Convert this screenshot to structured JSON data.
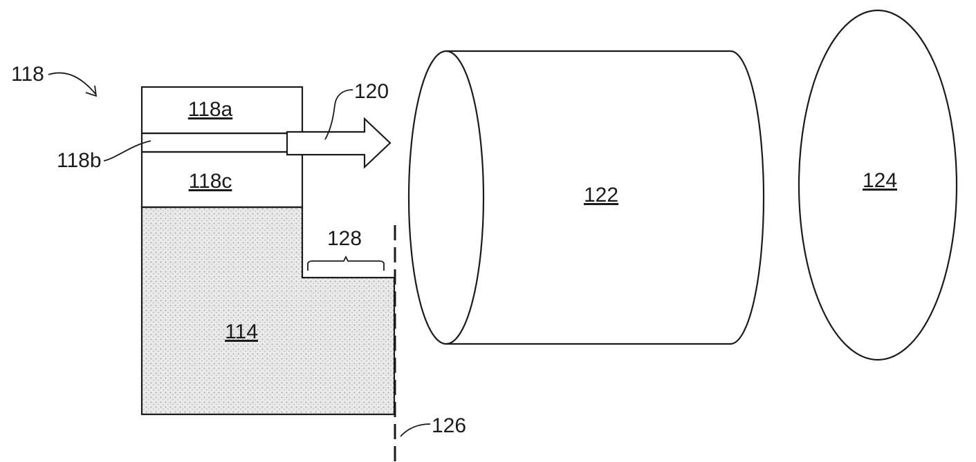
{
  "labels": {
    "ref_118": "118",
    "ref_118a": "118a",
    "ref_118b": "118b",
    "ref_118c": "118c",
    "ref_120": "120",
    "ref_114": "114",
    "ref_128": "128",
    "ref_126": "126",
    "ref_122": "122",
    "ref_124": "124"
  },
  "colors": {
    "line": "#1a1a1a",
    "substrate_fill": "#e6e6e6",
    "background": "#ffffff"
  }
}
